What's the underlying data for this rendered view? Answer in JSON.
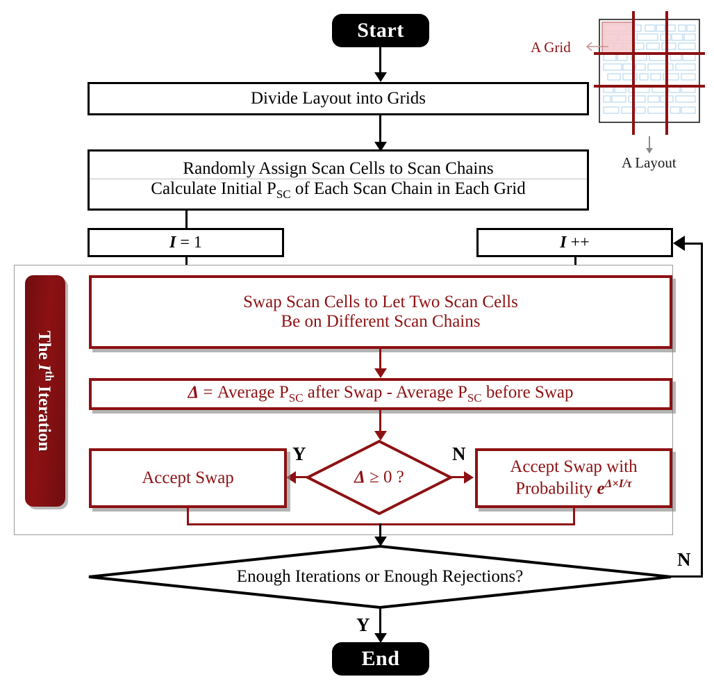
{
  "diagram": {
    "title_nodes": {
      "start": "Start",
      "end": "End"
    },
    "steps": {
      "divide": "Divide Layout into Grids",
      "assign_line1": "Randomly Assign Scan Cells to Scan Chains",
      "assign_line2_a": "Calculate Initial P",
      "assign_line2_sub": "SC",
      "assign_line2_b": " of Each Scan Chain in Each Grid",
      "init_i_var": "I",
      "init_i_rest": " = 1",
      "inc_i_var": "I",
      "inc_i_rest": " ++"
    },
    "iteration": {
      "tab_pre": "The ",
      "tab_var": "I",
      "tab_sup": "th",
      "tab_post": " Iteration",
      "swap_line1": "Swap Scan Cells to Let Two Scan Cells",
      "swap_line2": "Be on Different Scan Chains",
      "delta_var": "Δ",
      "delta_a": " = Average P",
      "delta_sub1": "SC",
      "delta_b": " after Swap - Average P",
      "delta_sub2": "SC",
      "delta_c": " before Swap",
      "decision_var": "Δ",
      "decision_rest": "≥   0 ?",
      "accept_swap": "Accept Swap",
      "accept_prob_line1": "Accept Swap with",
      "accept_prob_line2_a": "Probability ",
      "accept_prob_e": "e",
      "accept_prob_exp": "Δ×I/τ",
      "branch_yes": "Y",
      "branch_no": "N"
    },
    "loop_decision": {
      "text": "Enough Iterations or Enough Rejections?",
      "branch_no": "N",
      "branch_yes": "Y"
    },
    "inset": {
      "grid_label": "A Grid",
      "layout_label": "A Layout",
      "grid_line_color": "#8d1113",
      "cell_color": "#a8cfe8",
      "highlight_color": "#f6c9cc",
      "layout_border_color": "#1a1a1a"
    },
    "colors": {
      "accent_dark_red": "#8d1113",
      "black": "#000000",
      "container_border": "#9a9a9a",
      "shadow": "#828282"
    }
  }
}
